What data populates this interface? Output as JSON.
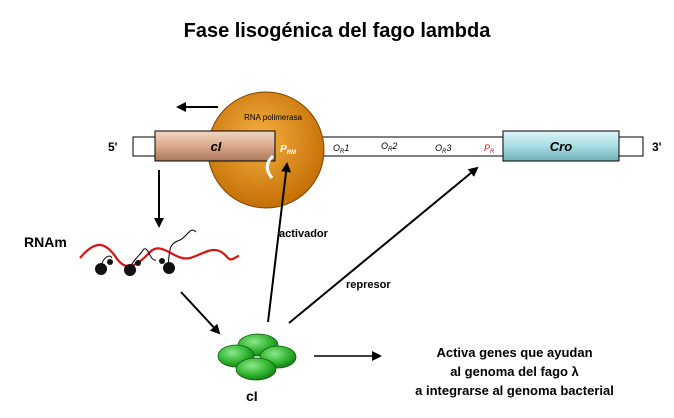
{
  "title": "Fase lisogénica del fago lambda",
  "dna": {
    "end5": "5'",
    "end3": "3'",
    "gene_ci": "cI",
    "gene_cro": "Cro",
    "promoter_prm": "P",
    "promoter_prm_sub": "RM",
    "or1": "O",
    "or1_sub": "R",
    "or1_num": "1",
    "or2": "O",
    "or2_sub": "R",
    "or2_num": "2",
    "or3": "O",
    "or3_sub": "R",
    "or3_num": "3",
    "promoter_pr": "P",
    "promoter_pr_sub": "R"
  },
  "polymerase_label": "RNA polimerasa",
  "mrna_label": "RNAm",
  "protein_label": "cI",
  "activator_label": "activador",
  "repressor_label": "represor",
  "description": [
    "Activa genes que ayudan",
    "al genoma del fago λ",
    "a integrarse al genoma bacterial"
  ],
  "colors": {
    "ci_gene": "#d9a98a",
    "cro_gene": "#a8dde2",
    "polymerase": "#e08a10",
    "protein": "#2fb52f",
    "mrna": "#d41414",
    "prm_text": "#ffffff",
    "pr_text": "#d41414"
  }
}
